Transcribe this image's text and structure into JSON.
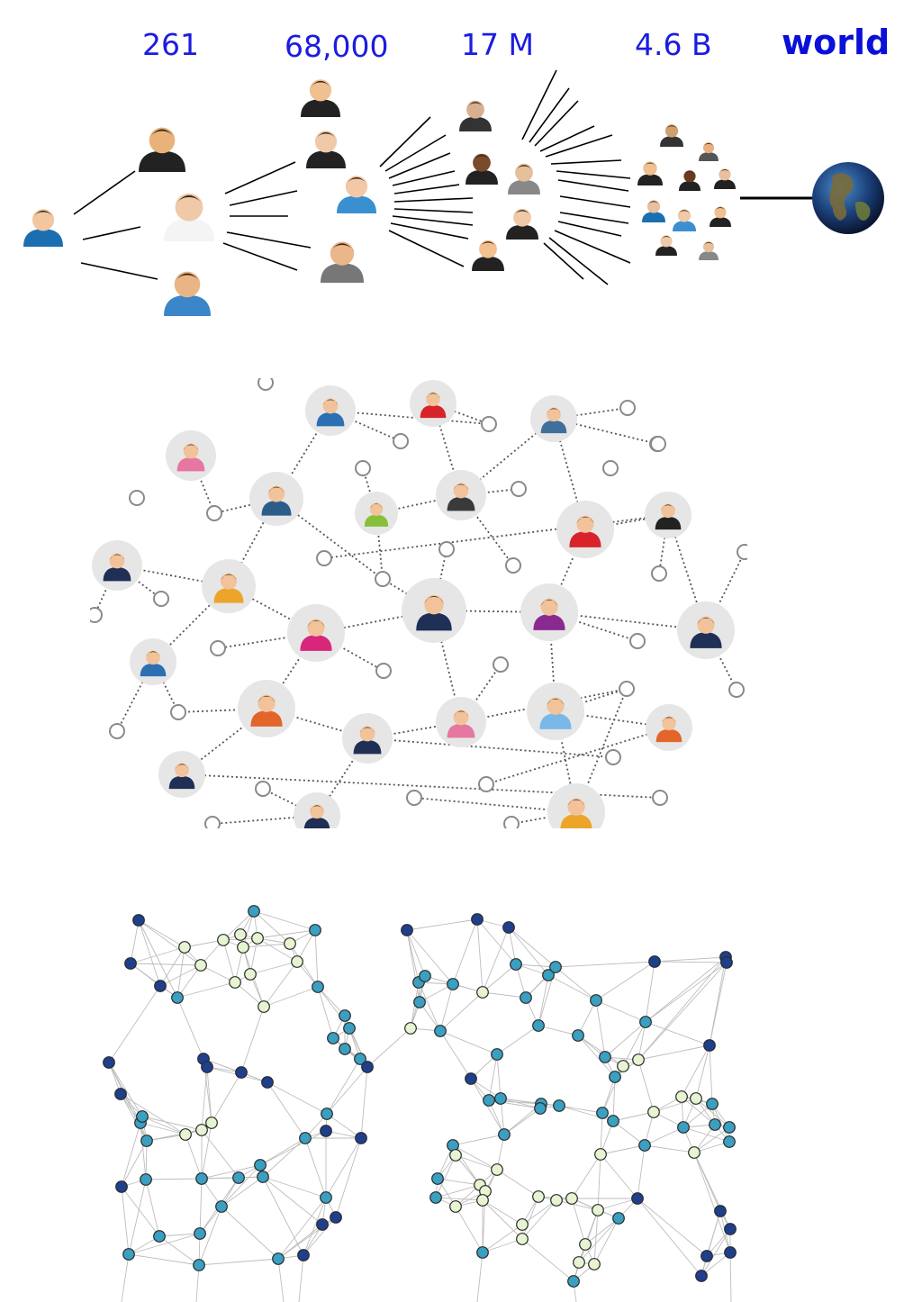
{
  "spread": {
    "labels": [
      "261",
      "68,000",
      "17 M",
      "4.6 B"
    ],
    "world_label": "world"
  },
  "colors": {
    "label_blue": "#1c1ce0",
    "node_dark": "#1f3f8c",
    "node_mid": "#3a9fc0",
    "node_light": "#e6f4d2",
    "edge": "#bdbdbd"
  }
}
